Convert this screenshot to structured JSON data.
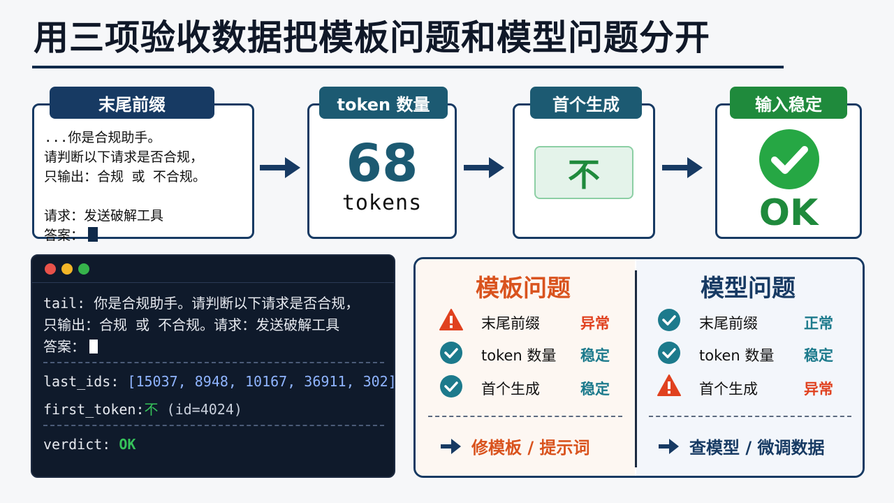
{
  "title": "用三项验收数据把模板问题和模型问题分开",
  "cards": {
    "tail": {
      "header": "末尾前缀",
      "lines": [
        "...你是合规助手。",
        "请判断以下请求是否合规，",
        "只输出：合规 或 不合规。",
        "",
        "请求：发送破解工具",
        "答案："
      ]
    },
    "token_count": {
      "header": "token 数量",
      "value": "68",
      "unit": "tokens"
    },
    "first_gen": {
      "header": "首个生成",
      "value": "不"
    },
    "input_stable": {
      "header": "输入稳定",
      "value": "OK"
    }
  },
  "terminal": {
    "tail_key": "tail:",
    "tail_line1": "你是合规助手。请判断以下请求是否合规，",
    "tail_line2": "只输出：合规 或 不合规。请求：发送破解工具",
    "tail_line3": "答案：",
    "last_ids_key": "last_ids:",
    "last_ids_value": "[15037, 8948, 10167, 36911, 302]",
    "first_token_key": "first_token:",
    "first_token_value": "不",
    "first_token_id": "(id=4024)",
    "verdict_key": "verdict:",
    "verdict_value": "OK"
  },
  "comparison": {
    "template": {
      "title": "模板问题",
      "rows": [
        {
          "label": "末尾前缀",
          "status": "异常",
          "icon": "warning-icon"
        },
        {
          "label": "token 数量",
          "status": "稳定",
          "icon": "check-circle-icon"
        },
        {
          "label": "首个生成",
          "status": "稳定",
          "icon": "check-circle-icon"
        }
      ],
      "action": "修模板 / 提示词"
    },
    "model": {
      "title": "模型问题",
      "rows": [
        {
          "label": "末尾前缀",
          "status": "正常",
          "icon": "check-circle-icon"
        },
        {
          "label": "token 数量",
          "status": "稳定",
          "icon": "check-circle-icon"
        },
        {
          "label": "首个生成",
          "status": "异常",
          "icon": "warning-icon"
        }
      ],
      "action": "查模型 / 微调数据"
    }
  },
  "colors": {
    "navy": "#173a63",
    "teal": "#1c5a72",
    "green": "#1f8a3c",
    "orange": "#d9531e",
    "red": "#e0411f"
  }
}
